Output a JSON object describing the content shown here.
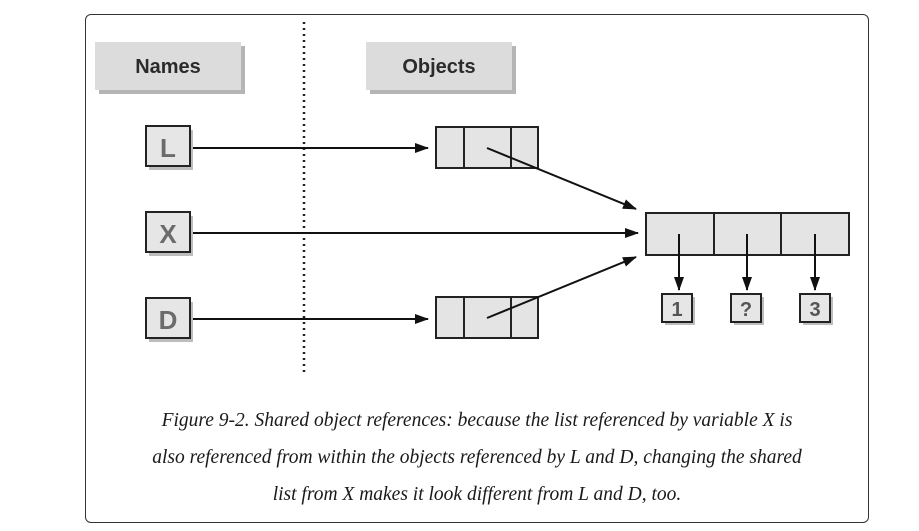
{
  "headers": {
    "names": "Names",
    "objects": "Objects"
  },
  "names": {
    "l": "L",
    "x": "X",
    "d": "D"
  },
  "values": {
    "first": "1",
    "second": "?",
    "third": "3"
  },
  "caption": {
    "line1": "Figure 9-2. Shared object references: because the list referenced by variable X is",
    "line2": "also referenced from within the objects referenced by L and D, changing the shared",
    "line3": "list from X makes it look different from L and D, too."
  }
}
